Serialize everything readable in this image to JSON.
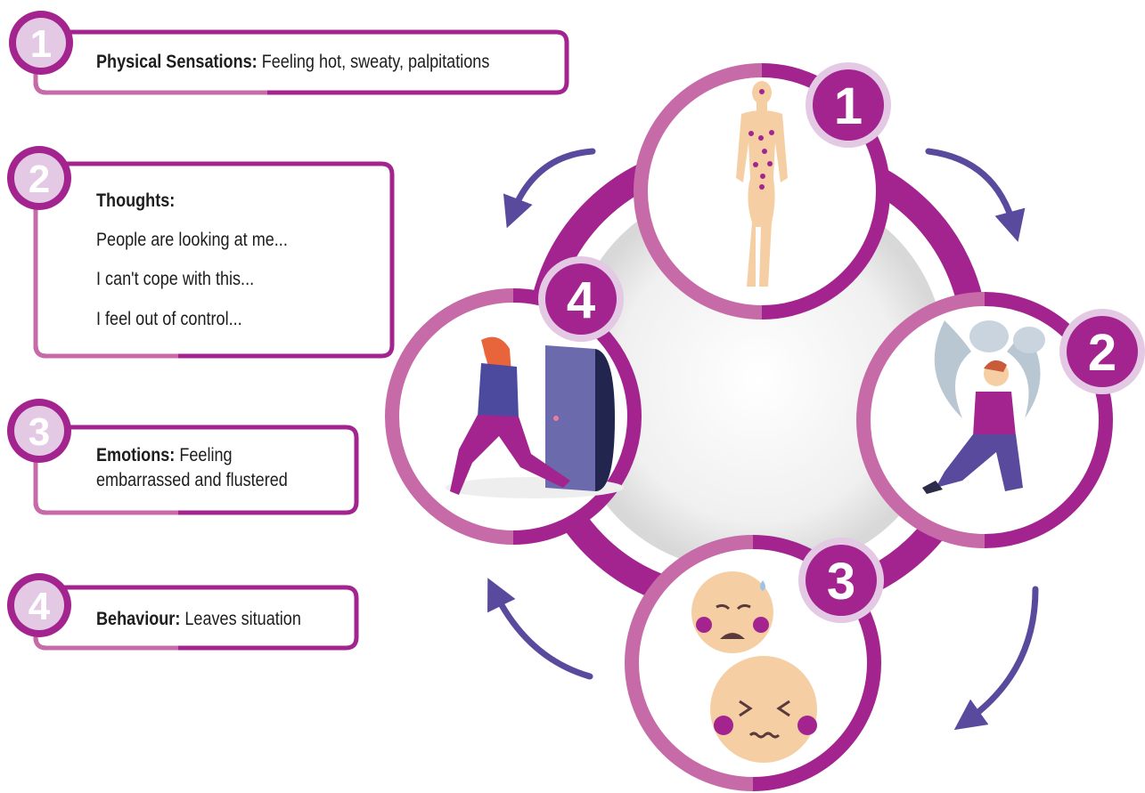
{
  "steps": [
    {
      "number": "1",
      "heading": "Physical Sensations:",
      "text": "Feeling hot, sweaty, palpitations"
    },
    {
      "number": "2",
      "heading": "Thoughts:",
      "lines": [
        "People are looking at me...",
        "I can't cope with this...",
        "I feel out of control..."
      ]
    },
    {
      "number": "3",
      "heading": "Emotions:",
      "text": "Feeling",
      "text2": "embarrassed and flustered"
    },
    {
      "number": "4",
      "heading": "Behaviour:",
      "text": "Leaves situation"
    }
  ],
  "colors": {
    "purple_dark": "#a3248f",
    "purple_light": "#c76aa8",
    "badge_ring": "#e3c9e3",
    "arrow": "#5a4a9e",
    "center_gray": "#e2e2e2",
    "skin": "#f5cfa3"
  },
  "icons": [
    "body-sensation-icon",
    "stressed-person-icon",
    "sad-faces-icon",
    "person-leaving-icon",
    "cycle-arrow-icon"
  ]
}
